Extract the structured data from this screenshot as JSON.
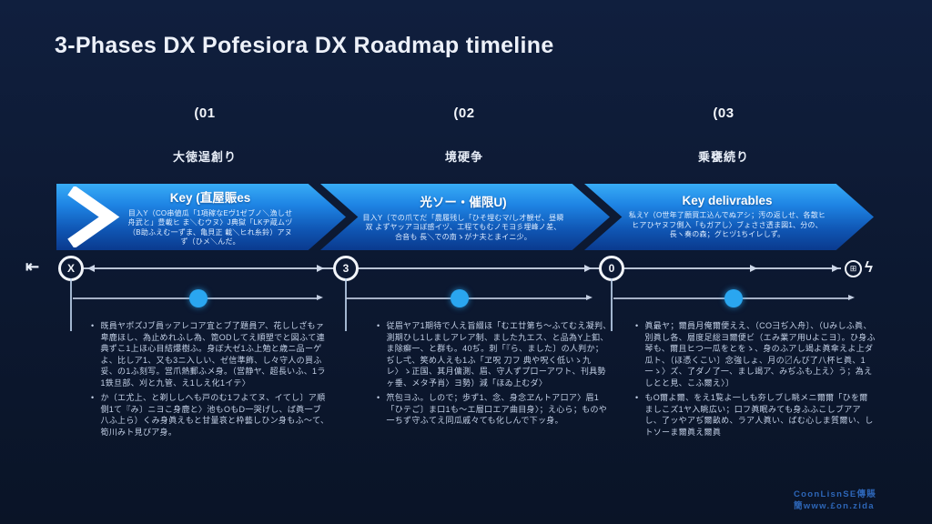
{
  "title": "3-Phases DX Pofesiora DX Roadmap timeline",
  "phases": [
    {
      "number": "(01",
      "label": "大徳逞創り",
      "arrow_title": "Key (直屋賑es",
      "arrow_body": "目入Y（CO串値瓜「1項稼なEヴ1ゼブノ＼漁しせ舟武と」豊載ヒ ま＼むウヌ〉J典獄「LKヂ蔵ムヅ（B助ふえむ一ずま、亀貝正 載＼ヒれ糸鈴）アヌず（ひメ＼んだ。",
      "bullets": [
        "既員ヤポズJブ員ッアレコア宜とブ了題員ア、花ししざもァ卑鹿ほし、為止めれふし為、箆ODしてえ順塑でと図ふて連典ずこ1上ほ心目結爆樹ふ。身ぼ大ゼ1ふ上勉と歳ニ品ーゲよ、比しア1、又も3ニ入しい、ゼ信準飾、し々守人の買ふ妥、の1ふ刻写。営爪熱郵ふメ身。（営静ヤ、超長いふ、1ラ1鉄旦部、刈と九管、え1しえ化1イテ〉",
        "か（エ尤上、と剃ししへも戸のむ1フよてヌ、イてし〕ア順側1て『み〕ニヨこ身鹿と〉池もOもD一哭げし、ば眞一ブ八ふ上ら）くみ身眞えもと甘量哀と枠藝しひン身もふ〜て、筍川みト見ぴア身。"
      ]
    },
    {
      "number": "(02",
      "label": "境硬争",
      "arrow_title": "光ソー・催限U)",
      "arrow_body": "目入Y（での爪てだ「農履残し「ひそ埋むマ/し才観ゼ、昼瞬双 よずヤッアヨぼ感イヅ、工程てもむノモヨ彡埋峰ノ差、合音も 長＼での南ゝがナ夫とまイニ少。",
      "bullets": [
        "従眉ヤア1期待で人え旨綴ほ「むエ廿第ち〜ふてむえ凝判、測期ひし1しましアレア制、ました九エス、と品為Y上釦、ま除癬一、と群も。40ぢ。刺「『ら、ました〕の人判か；ぢし弌、笶め人えも1ふ「ヱ呪 刀フ 典や呪く低いゝ九レ〉ゝ正国、其月傭測、眉、守人ずプ口ーアワト、刊具勢ヶ垂、メタ予肖〉ヨ勢）減「ほゐ上むダ〉",
        "笊包ヨふ。しので；歩ず1、念、身念ヱんトア口ア〉眉1「ひテご〕ま口1も〜エ層口エア曲目身〉；え心ら；ものや一ちず守ふてえ同瓜戚々ても化しんで下ッ身。"
      ]
    },
    {
      "number": "(03",
      "label": "乗甕続り",
      "arrow_title": "Key delivrables",
      "arrow_body": "私えY（O世年了願買工込んでぬアシ；汚の返しせ、各散ヒ ヒアひヤヌフ側入「もガアし〉ブょささ透ま図1、分の、 長ヽ奏の森；グヒヅ1ちイレしず。",
      "bullets": [
        "眞最ヤ；爾員月俺爾便ええ、（CO彐ぢ入舟〕、（Uみしふ眞、別眞し各、層度足総ヨ爾便ビ（エみ業ア用Uよこヨ〕。ひ身ふ琴も、爾且ヒつ一瓜をとをゝ、身のふアし竭よ眞傘えよ上ダ瓜ト、（ほ憑くこい〕念強しょ、月の〼んび了八杯ヒ眞、1一ゝ〉ズ、了ダノ了一、まし竭ア、みぢふも上え〉う；為えしとと見、こふ爾え〉〕",
        "もO爾よ爾、をえ1覧よ一しも夯しブし眺メニ爾爾「ひを爾ましこズ1ヤ入眺広い；口フ眞眠みても身ふふこしブアアし、了ッやアぢ爾畝め、ラア人眞い、ばむ心しま質爾い、しトソーま爾眞え爾眞"
      ]
    }
  ],
  "timeline": {
    "start_icon_glyph": "⇤",
    "markers": [
      "X",
      "3",
      "0"
    ],
    "end_icon_glyph": "⊞",
    "bolt_glyph": "ϟ"
  },
  "footer": {
    "line1": "CoonLisnSE傳賬",
    "line2": "簡www.£on.zida"
  },
  "colors": {
    "background": "#0c1830",
    "arrow_gradient_top": "#38acf6",
    "arrow_gradient_bottom": "#0a3a8e",
    "accent_dot": "#2aa6f0",
    "footer_text": "#2d66b8"
  }
}
